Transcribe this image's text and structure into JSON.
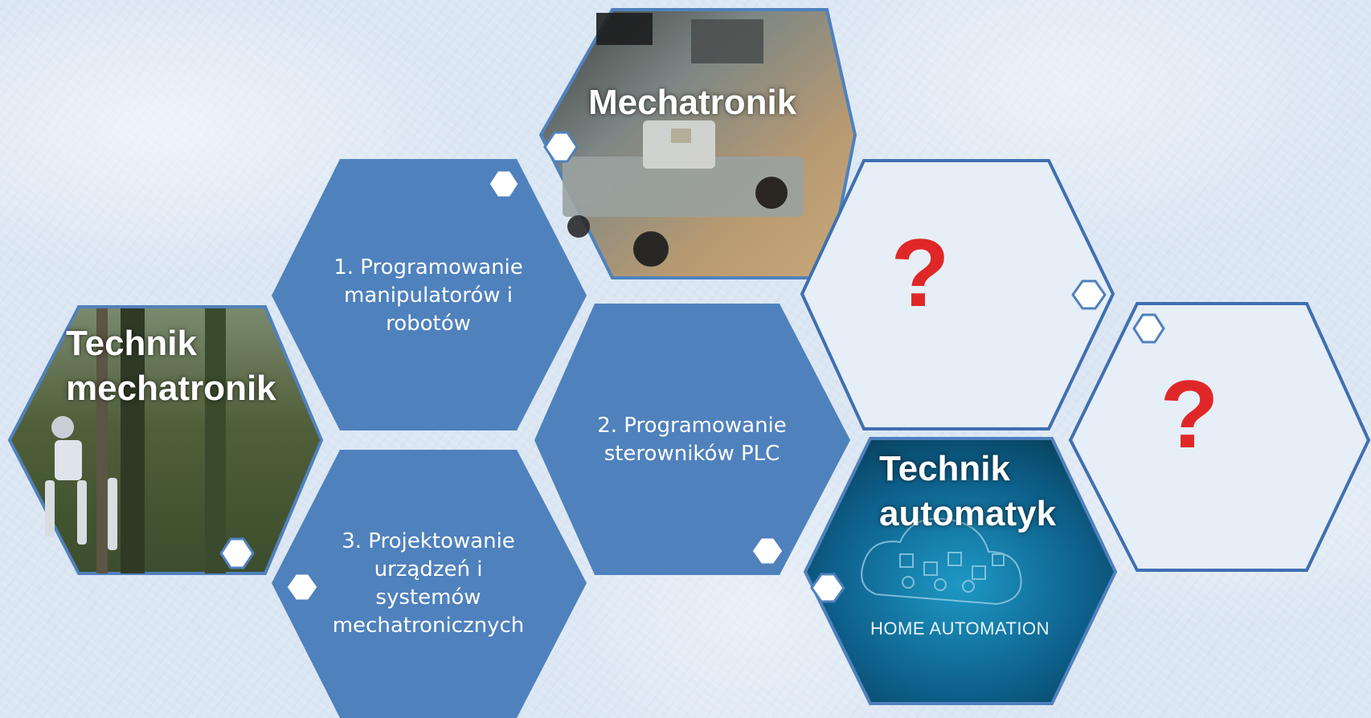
{
  "hexagons": {
    "mechatronik": {
      "label": "Mechatronik"
    },
    "programowanie_manipulatorow": {
      "text": "1. Programowanie manipulatorów i robotów"
    },
    "technik_mechatronik": {
      "label_line1": "Technik",
      "label_line2": "mechatronik"
    },
    "programowanie_plc": {
      "text": "2. Programowanie sterowników PLC"
    },
    "projektowanie": {
      "text": "3. Projektowanie urządzeń i systemów mechatronicznych"
    },
    "unknown_1": {
      "text": "?"
    },
    "unknown_2": {
      "text": "?"
    },
    "technik_automatyk": {
      "label_line1": "Technik",
      "label_line2": "automatyk",
      "image_caption": "HOME AUTOMATION"
    }
  },
  "colors": {
    "hex_fill": "#4f81bd",
    "hex_stroke": "#3d6aa3",
    "question_mark": "#e02727",
    "background": "#dbe6f3"
  }
}
